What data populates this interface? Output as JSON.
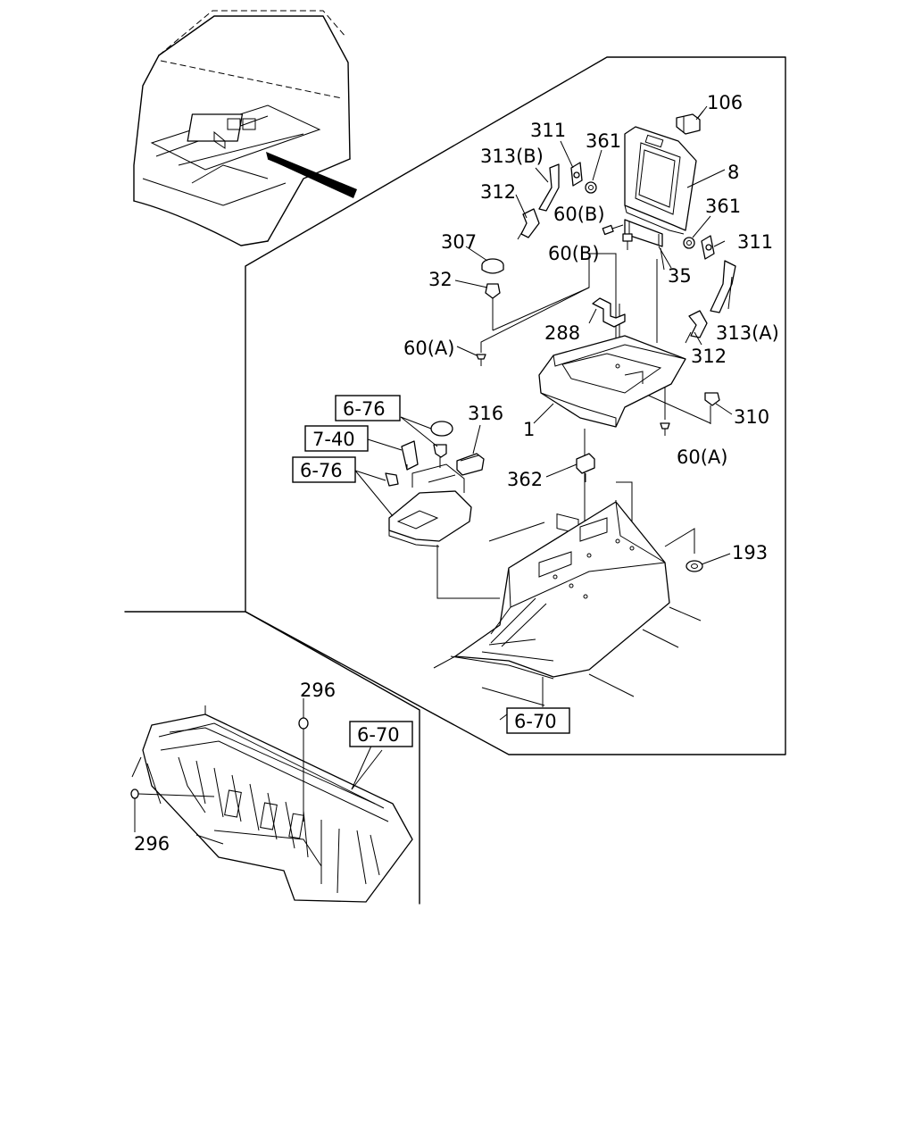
{
  "labels": {
    "p106": "106",
    "p311_top": "311",
    "p361_top": "361",
    "p313b": "313(B)",
    "p8": "8",
    "p312_top": "312",
    "p60b_1": "60(B)",
    "p361_right": "361",
    "p307": "307",
    "p60b_2": "60(B)",
    "p311_right": "311",
    "p35": "35",
    "p32": "32",
    "p288": "288",
    "p313a": "313(A)",
    "p60a_left": "60(A)",
    "p312_right": "312",
    "p316": "316",
    "p1": "1",
    "p310": "310",
    "p60a_right": "60(A)",
    "p362": "362",
    "p193": "193",
    "p296_top": "296",
    "p296_left": "296"
  },
  "refs": {
    "r676_a": "6-76",
    "r740": "7-40",
    "r676_b": "6-76",
    "r670_main": "6-70",
    "r670_inset": "6-70"
  }
}
